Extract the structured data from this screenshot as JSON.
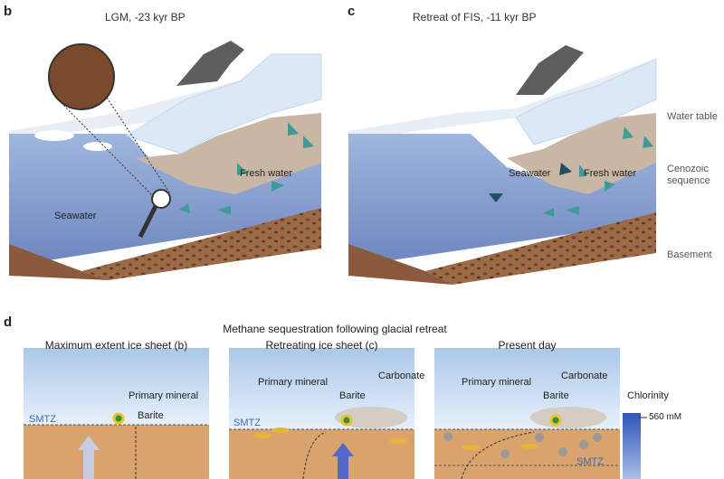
{
  "panels": {
    "b": {
      "letter": "b",
      "title": "LGM, -23 kyr BP",
      "seawater": "Seawater",
      "fresh": "Fresh water"
    },
    "c": {
      "letter": "c",
      "title": "Retreat of FIS, -11 kyr BP",
      "seawater": "Seawater",
      "fresh": "Fresh water"
    },
    "d": {
      "letter": "d",
      "title": "Methane sequestration following glacial retreat",
      "sub1": {
        "title": "Maximum extent ice sheet (b)",
        "primary": "Primary mineral",
        "barite": "Barite",
        "smtz": "SMTZ"
      },
      "sub2": {
        "title": "Retreating ice sheet (c)",
        "primary": "Primary mineral",
        "carbonate": "Carbonate",
        "barite": "Barite",
        "smtz": "SMTZ"
      },
      "sub3": {
        "title": "Present day",
        "primary": "Primary mineral",
        "carbonate": "Carbonate",
        "barite": "Barite",
        "smtz": "SMTZ"
      }
    }
  },
  "side_labels": {
    "water_table": "Water table",
    "cenozoic": "Cenozoic\nsequence",
    "basement": "Basement"
  },
  "chlorinity": {
    "title": "Chlorinity",
    "value": "560 mM"
  },
  "colors": {
    "ice": "#dbe9f7",
    "seawater": "#7f95c8",
    "sediment": "#c7a98c",
    "basement": "#8b5a3c",
    "arrow": "#3f9b9a"
  }
}
